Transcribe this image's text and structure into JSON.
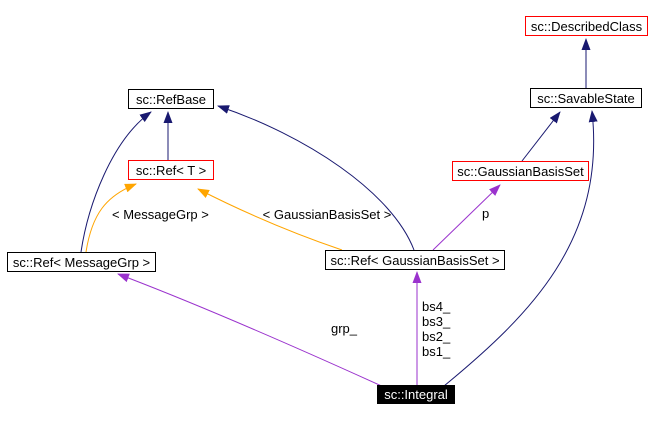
{
  "diagram": {
    "nodes": {
      "described_class": {
        "label": "sc::DescribedClass"
      },
      "savable_state": {
        "label": "sc::SavableState"
      },
      "ref_base": {
        "label": "sc::RefBase"
      },
      "ref_t": {
        "label": "sc::Ref< T >"
      },
      "gaussian_basis_set": {
        "label": "sc::GaussianBasisSet"
      },
      "ref_message_grp": {
        "label": "sc::Ref< MessageGrp >"
      },
      "ref_gaussian_basis_set": {
        "label": "sc::Ref< GaussianBasisSet >"
      },
      "integral": {
        "label": "sc::Integral"
      }
    },
    "edge_labels": {
      "template_message_grp": "< MessageGrp >",
      "template_gaussian_basis_set": "< GaussianBasisSet >",
      "member_p": "p",
      "member_grp": "grp_",
      "member_bs4": "bs4_",
      "member_bs3": "bs3_",
      "member_bs2": "bs2_",
      "member_bs1": "bs1_"
    },
    "colors": {
      "inheritance_edge": "#191970",
      "template_edge": "#ffa500",
      "usage_edge": "#9a32cd",
      "node_border": "#000000",
      "highlighted_node_border": "#ff0000",
      "focus_node_background": "#000000",
      "focus_node_text": "#ffffff",
      "background": "#ffffff"
    }
  }
}
